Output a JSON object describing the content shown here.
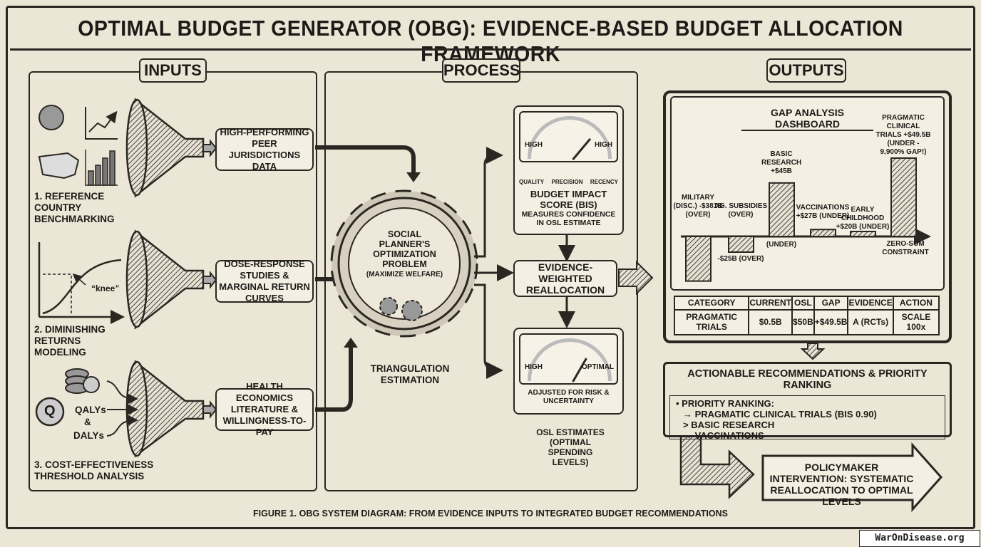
{
  "title": "OPTIMAL BUDGET GENERATOR (OBG): EVIDENCE-BASED BUDGET ALLOCATION FRAMEWORK",
  "sections": {
    "inputs": "INPUTS",
    "process": "PROCESS",
    "outputs": "OUTPUTS"
  },
  "inputs": [
    {
      "label": "1. REFERENCE COUNTRY BENCHMARKING",
      "box": "HIGH-PERFORMING PEER JURISDICTIONS DATA",
      "icons": [
        "globe-icon",
        "line-chart-icon",
        "us-map-icon",
        "bar-chart-icon"
      ]
    },
    {
      "label": "2. DIMINISHING RETURNS MODELING",
      "box": "DOSE-RESPONSE STUDIES & MARGINAL RETURN CURVES",
      "curve_annotation": "“knee”"
    },
    {
      "label": "3. COST-EFFECTIVENESS THRESHOLD ANALYSIS",
      "box": "HEALTH ECONOMICS LITERATURE & WILLINGNESS-TO-PAY",
      "coin_letter": "Q",
      "qalys": "QALYs",
      "amp": "&",
      "dalys": "DALYs"
    }
  ],
  "process": {
    "gear_text": "SOCIAL PLANNER'S OPTIMIZATION PROBLEM",
    "gear_sub": "(MAXIMIZE WELFARE)",
    "triangulation": "TRIANGULATION ESTIMATION",
    "bis_meter": {
      "left": "HIGH",
      "right": "HIGH",
      "dials": [
        "QUALITY",
        "PRECISION",
        "RECENCY"
      ],
      "title": "BUDGET IMPACT SCORE (BIS)",
      "sub": "MEASURES CONFIDENCE IN OSL ESTIMATE"
    },
    "reallocation": "EVIDENCE-WEIGHTED REALLOCATION",
    "osl_meter": {
      "left": "HIGH",
      "right": "OPTIMAL",
      "sub": "ADJUSTED FOR RISK & UNCERTAINTY"
    },
    "osl_caption": "OSL ESTIMATES (OPTIMAL SPENDING LEVELS)"
  },
  "dashboard": {
    "title": "GAP ANALYSIS DASHBOARD",
    "axis_label": "ZERO-SUM CONSTRAINT",
    "chart_data": {
      "type": "bar",
      "categories": [
        "MILITARY (DISC.)",
        "AG. SUBSIDIES",
        "BASIC RESEARCH",
        "VACCINATIONS",
        "EARLY CHILDHOOD",
        "PRAGMATIC CLINICAL TRIALS"
      ],
      "values": [
        -381,
        -25,
        45,
        27,
        20,
        49.5
      ],
      "labels": [
        "MILITARY (DISC.) -$381B (OVER)",
        "AG. SUBSIDIES (OVER)",
        "BASIC RESEARCH +$45B",
        "VACCINATIONS +$27B (UNDER)",
        "EARLY CHILDHOOD +$20B (UNDER)",
        "PRAGMATIC CLINICAL TRIALS +$49.5B (UNDER - 9,900% GAP!)"
      ],
      "below_labels": [
        "",
        "-$25B (OVER)",
        "(UNDER)",
        "",
        "",
        ""
      ]
    }
  },
  "table": {
    "headers": [
      "CATEGORY",
      "CURRENT",
      "OSL",
      "GAP",
      "EVIDENCE",
      "ACTION"
    ],
    "row": [
      "PRAGMATIC TRIALS",
      "$0.5B",
      "$50B",
      "+$49.5B",
      "A (RCTs)",
      "SCALE 100x"
    ]
  },
  "recommendations": {
    "title": "ACTIONABLE RECOMMENDATIONS & PRIORITY RANKING",
    "heading": "• PRIORITY RANKING:",
    "items": [
      "→ PRAGMATIC CLINICAL TRIALS (BIS 0.90)",
      "> BASIC RESEARCH",
      "→ VACCINATIONS"
    ]
  },
  "policymaker": "POLICYMAKER INTERVENTION: SYSTEMATIC REALLOCATION TO OPTIMAL LEVELS",
  "caption": "FIGURE 1. OBG SYSTEM DIAGRAM: FROM EVIDENCE INPUTS TO INTEGRATED BUDGET RECOMMENDATIONS",
  "watermark": "WarOnDisease.org"
}
